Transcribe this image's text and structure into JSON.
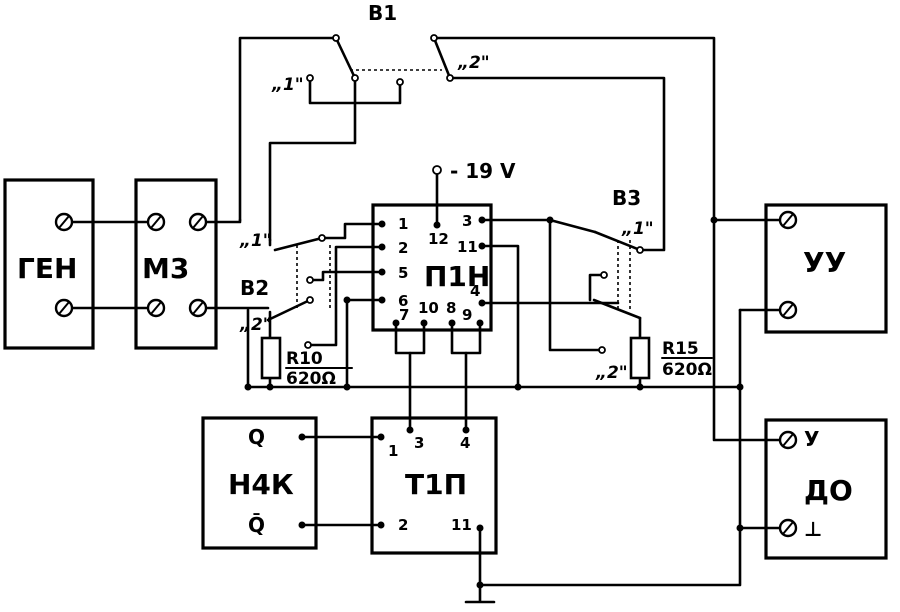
{
  "blocks": {
    "gen": "ГЕН",
    "m3": "М3",
    "p1n": "П1Н",
    "uu": "УУ",
    "n4k": "Н4К",
    "t1p": "Т1П",
    "do": "ДО"
  },
  "switches": {
    "b1": "B1",
    "b1_pos1": "„1\"",
    "b1_pos2": "„2\"",
    "b2": "B2",
    "b2_pos1": "„1\"",
    "b2_pos2": "„2\"",
    "b3": "B3",
    "b3_pos1": "„1\"",
    "b3_pos2": "„2\""
  },
  "supply": "- 19 V",
  "resistors": {
    "r10_name": "R10",
    "r10_value": "620Ω",
    "r15_name": "R15",
    "r15_value": "620Ω"
  },
  "p1n_pins": {
    "p1": "1",
    "p2": "2",
    "p5": "5",
    "p6": "6",
    "p12": "12",
    "p3": "3",
    "p11": "11",
    "p4": "4",
    "p7": "7",
    "p10": "10",
    "p8": "8",
    "p9": "9"
  },
  "n4k_pins": {
    "q": "Q",
    "qbar": "Q̄"
  },
  "t1p_pins": {
    "p1": "1",
    "p2": "2",
    "p3": "3",
    "p4": "4",
    "p11": "11"
  },
  "do_pins": {
    "y": "У",
    "ground": "⊥"
  }
}
